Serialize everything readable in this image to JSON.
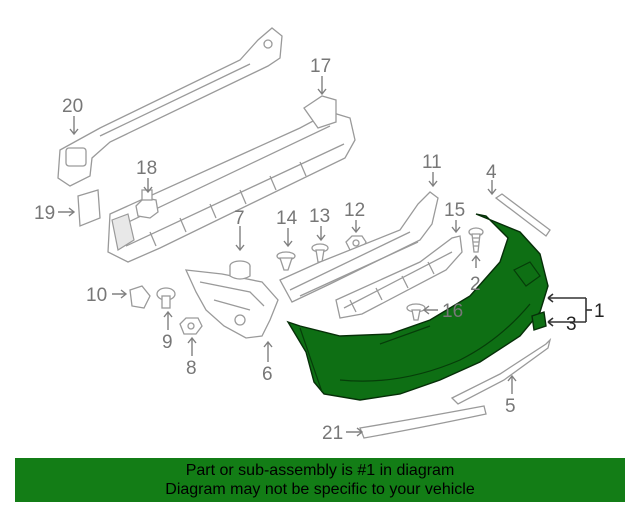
{
  "callouts": {
    "c1": "1",
    "c2": "2",
    "c3": "3",
    "c4": "4",
    "c5": "5",
    "c6": "6",
    "c7": "7",
    "c8": "8",
    "c9": "9",
    "c10": "10",
    "c11": "11",
    "c12": "12",
    "c13": "13",
    "c14": "14",
    "c15": "15",
    "c16": "16",
    "c17": "17",
    "c18": "18",
    "c19": "19",
    "c20": "20",
    "c21": "21"
  },
  "highlight_color": "#137d16",
  "banner": {
    "line1": "Part or sub-assembly is #1 in diagram",
    "line2": "Diagram may not be specific to your vehicle"
  }
}
